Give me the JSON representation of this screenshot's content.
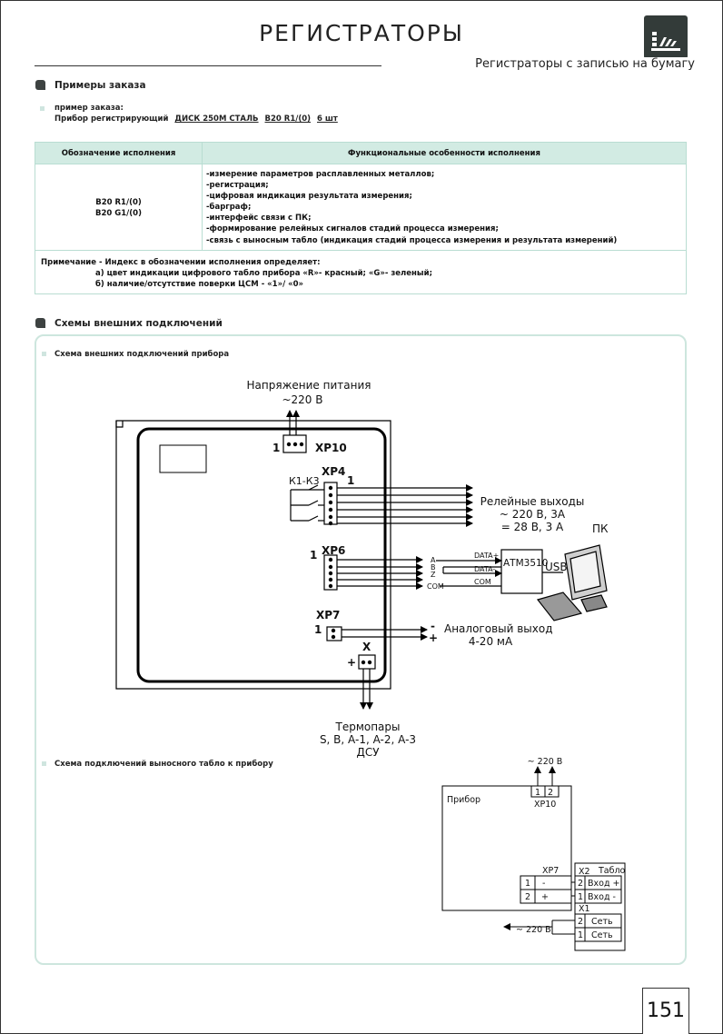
{
  "header": {
    "title": "РЕГИСТРАТОРЫ",
    "subtitle": "Регистраторы с записью на бумагу"
  },
  "order": {
    "section_title": "Примеры заказа",
    "example_label": "пример заказа:",
    "line_prefix": "Прибор регистрирующий",
    "product": "ДИСК 250М СТАЛЬ",
    "code": "В20 R1/(0)",
    "qty": "6 шт"
  },
  "table": {
    "col1_header": "Обозначение исполнения",
    "col2_header": "Функциональные особенности исполнения",
    "codes": [
      "В20 R1/(0)",
      "В20 G1/(0)"
    ],
    "features": [
      "-измерение параметров расплавленных металлов;",
      "-регистрация;",
      "-цифровая индикация результата измерения;",
      "-барграф;",
      "-интерфейс связи с ПК;",
      "-формирование релейных сигналов стадий процесса измерения;",
      "-связь с выносным табло (индикация стадий процесса измерения и результата измерений)"
    ],
    "note_title": "Примечание - Индекс в обозначении исполнения определяет:",
    "note_a": "а) цвет индикации цифрового табло прибора «R»- красный; «G»- зеленый;",
    "note_b": "б) наличие/отсутствие поверки ЦСМ - «1»/ «0»"
  },
  "schemes": {
    "section_title": "Схемы внешних подключений",
    "scheme1_title": "Схема внешних подключений прибора",
    "scheme2_title": "Схема подключений выносного табло к прибору"
  },
  "diagram1": {
    "power_label": "Напряжение питания",
    "power_value": "~220 В",
    "xp10": "XP10",
    "xp4": "XP4",
    "xp6": "XP6",
    "xp7": "XP7",
    "x": "X",
    "pin1": "1",
    "k_label": "К1-К3",
    "relay_label": "Релейные выходы",
    "relay_v1": "~ 220 В, 3А",
    "relay_v2": "= 28 В, 3 А",
    "pc_label": "ПК",
    "atm_label": "АТМ3510",
    "usb_label": "USB",
    "sig_a": "A",
    "sig_b": "B",
    "sig_z": "Z",
    "sig_com": "COM",
    "data_plus": "DATA+",
    "data_minus": "DATA-",
    "com_label": "COM",
    "minus": "-",
    "plus": "+",
    "analog_label": "Аналоговый выход",
    "analog_range": "4-20 мА",
    "thermo_label": "Термопары",
    "thermo_types": "S, B, A-1, A-2, A-3",
    "dsu_label": "ДСУ"
  },
  "diagram2": {
    "power_value": "~ 220 В",
    "device_label": "Прибор",
    "pin1": "1",
    "pin2": "2",
    "xp10": "XP10",
    "xp7": "XP7",
    "x2": "X2",
    "tablo": "Табло",
    "x1": "X1",
    "minus": "-",
    "plus": "+",
    "in_plus": "Вход +",
    "in_minus": "Вход -",
    "net": "Сеть",
    "power_in": "~ 220 В"
  },
  "page_number": "151",
  "colors": {
    "accent_light": "#d2ebe3",
    "accent_border": "#b9ddd2",
    "logo_bg": "#333b39"
  }
}
